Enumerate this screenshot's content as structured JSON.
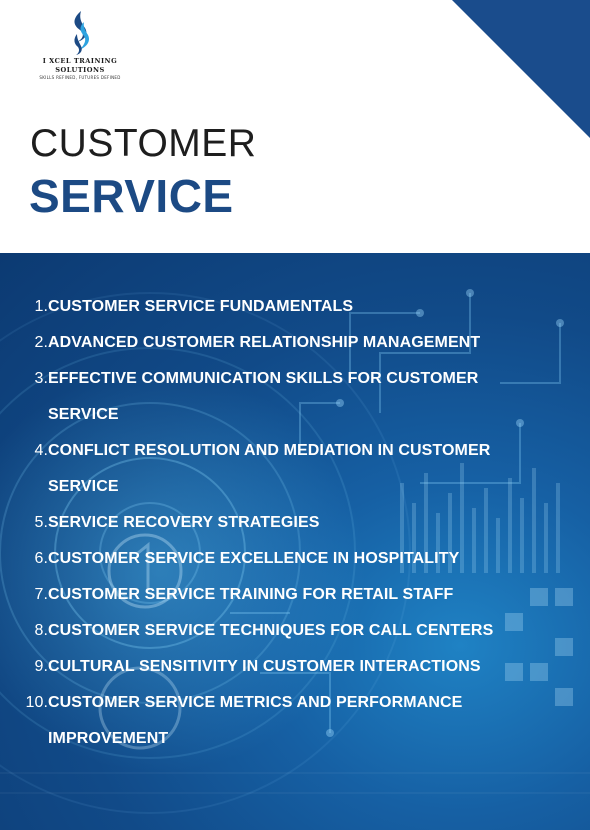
{
  "brand": {
    "name_line1": "I XCEL TRAINING",
    "name_line2": "SOLUTIONS",
    "tagline": "SKILLS REFINED, FUTURES DEFINED",
    "icon": "flame-logo-icon"
  },
  "title": {
    "line1": "CUSTOMER",
    "line2": "SERVICE"
  },
  "courses": [
    {
      "num": "1.",
      "text": "CUSTOMER SERVICE FUNDAMENTALS"
    },
    {
      "num": "2.",
      "text": "ADVANCED CUSTOMER RELATIONSHIP MANAGEMENT"
    },
    {
      "num": "3.",
      "text": "EFFECTIVE COMMUNICATION SKILLS FOR CUSTOMER SERVICE"
    },
    {
      "num": "4.",
      "text": "CONFLICT RESOLUTION AND MEDIATION IN CUSTOMER SERVICE"
    },
    {
      "num": "5.",
      "text": "SERVICE RECOVERY STRATEGIES"
    },
    {
      "num": "6.",
      "text": "CUSTOMER SERVICE EXCELLENCE IN HOSPITALITY"
    },
    {
      "num": "7.",
      "text": "CUSTOMER SERVICE TRAINING FOR RETAIL STAFF"
    },
    {
      "num": "8.",
      "text": "CUSTOMER SERVICE TECHNIQUES FOR CALL CENTERS"
    },
    {
      "num": "9.",
      "text": "CULTURAL SENSITIVITY IN CUSTOMER INTERACTIONS"
    },
    {
      "num": "10.",
      "text": "CUSTOMER SERVICE METRICS AND PERFORMANCE IMPROVEMENT"
    }
  ],
  "colors": {
    "title_accent": "#1c4a84",
    "panel_blue": "#114a88",
    "corner_blue": "#1a4c8c"
  }
}
